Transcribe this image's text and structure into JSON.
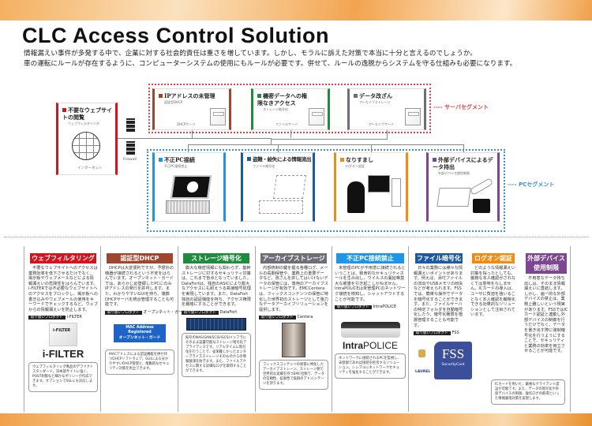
{
  "title": "CLC Access Control Solution",
  "lead": [
    "情報漏えい事件が多発する中で、企業に対する社会的責任は重さを増しています。しかし、モラルに訴えた対策で本当に十分と言えるのでしょうか。",
    "車の運転にルールが存在するように、コンピューターシステムの使用にもルールが必要です。併せて、ルールの逸脱からシステムを守る仕組みも必要になります。"
  ],
  "diagram": {
    "internet": {
      "title": "不要なウェブサイトの閲覧",
      "sub": "ウェブフィルタリング",
      "label": "インターネット"
    },
    "firewall": "Firewall",
    "server_segment": "サーバセグメント",
    "pc_segment": "PCセグメント",
    "servers": [
      {
        "title": "IPアドレスの未管理",
        "sub": "認証型DHCP",
        "label": "DHCPサーバ",
        "color": "#a0462d"
      },
      {
        "title": "機密データへの権限なきアクセス",
        "sub": "ストレージ暗号化",
        "label": "ファイルサーバ",
        "color": "#1e8c3c"
      },
      {
        "title": "データ改ざん",
        "sub": "アーカイブストレージ",
        "label": "アーカイブサーバ",
        "color": "#6e6e78"
      }
    ],
    "pcs": [
      {
        "title": "不正PC接続",
        "sub": "不正PC接続禁止",
        "color": "#1e96e6"
      },
      {
        "title": "盗難・紛失による情報流出",
        "sub": "ファイル暗号化",
        "color": "#1e5aa0"
      },
      {
        "title": "なりすまし",
        "sub": "ログオン認証",
        "color": "#f08c14"
      },
      {
        "title": "外部デバイスによるデータ持出",
        "sub": "外部デバイス使用制限",
        "color": "#7d4691"
      }
    ]
  },
  "product_tag": "取り扱いプロダクト",
  "columns": [
    {
      "header": "ウェブフィルタリング",
      "color": "#d2141e",
      "body": "不要なウェブサイトへのアクセスは業務効率を低下させるだけでなく、掲示板やウェブメールなどによる情報漏えいの危険性をはらんでいます。i-FILTERでは不必要なウェブサイトへのアクセスをブロックし、掲示板への書き込みやウェブメールの使用をキーワードでチェックするなど、ウェブからの情報漏えいを防止します。",
      "product": "i-FILTER",
      "logo": "i-FILTER",
      "caption": "ウェブフィルタリング製品のデファクトスタンダード。日本語サイトに強く、POST制限など細かなポリシーが作成できます。オプションでSSLにも対応します。"
    },
    {
      "header": "認証型DHCP",
      "color": "#a0462d",
      "body": "DHCPは大変便利ですが、予想外の機器が接続されるという不安をはらんでいます。オープンネット・ガードでは、あらかじめ登録したPCにのみIPアドレスの発行を許可します。また、わかりやすいGUIを持ち、複数DHCPサーバを統合管理することも可能です。",
      "product": "オープンネット・ガード",
      "logo": "MAC Address Registered",
      "logo2": "オープンネット・ガード",
      "caption": "MACアドレスによる認証機能を併せ持つDHCPソフトウェア。GUIによる分かりやすいDHCP管理と、能動的なセキュリティ対策を両立できます。"
    },
    {
      "header": "ストレージ暗号化",
      "color": "#1e8c3c",
      "body": "膨大な機密情報にも関わらず、基幹ストレージに対するセキュリティ対策は、これまで盲点となっていました。DataFortは、独自のASICにより膨大なアクセスにも耐えうる高速暗号処理を実現しています。また、DataFort独自の認証機能を持ち、アクセス権限を厳格にすることができます。",
      "product": "DataFort",
      "caption": "既存のNAS/SAN/SCSI/iSCSIインフラにそのまま設置可能なストレージ暗号化アプライアンスです。リアルタイムに暗号化を行うことで、従来難しかったエンタープライズストレージそのものからの情報漏洩を防ぎます。また、ファイルアクセスに関する詳細なログを取得することができます。"
    },
    {
      "header": "アーカイブストレージ",
      "color": "#6e6e78",
      "body": "内部統制の鍵を握る各種ログ、メールの長期保管や、業務上の重要データなど、改ざんを許してはいけないデータの保管には、専用のアーカイブストレージが有効です。EMCCenteraは、フィックスコンテンツの保管に特化した世界初のストレージとして強力なデータアーカイブソリューションを提供します。",
      "product": "Centera",
      "caption": "フィックスコンテンツの保管に特化したアーカイブストレージ。ストレージ側で世界的な実績を持つEMC社製で、データの信頼性、拡張性で抜群のアドバンテージを誇ります。"
    },
    {
      "header": "不正PC接続禁止",
      "color": "#1e96e6",
      "body": "未管理のPCが不用意に接続されるということは、致命的なセキュリティホールを生み出し、ウイルスの蔓延等莫大な被害を引き起こしかねません。IntraPOLICEは未管理PCのネットワーク接続を検知し、シャットアウトすることが可能です。",
      "product": "IntraPOLICE",
      "logo_a": "Intra",
      "logo_b": "POLICE",
      "caption": "ネットワークに接続されるPCを監視し、未登録であれば接続を拒否するソリューション。シンプルにネットワークセキュリティを強化することができます。"
    },
    {
      "header": "ファイル暗号化",
      "color": "#1e5aa0",
      "body": "日々の業務には様々な情報漏えいポイントがあります。例えば、添付ファイルの流出やUSBメモリの紛失などが考えられます。FSSでは、簡単な操作でデータを暗号化することができます。また、ファイルサーバの特定フォルダを自動暗号化したり、暗号化権限を階層管理することも可能です。",
      "product": "FSS",
      "logo": "FSS",
      "logo_sub": "SecurityCard",
      "maker": "LAUREL"
    },
    {
      "header": "ログオン認証",
      "color": "#f08c14",
      "body": "どのような情報漏えい対策を採ったとしても、厳格な本人確認がされなくては意味をなしません。ICカードの導入は、ユーザに負担を強いることなく本人確認を厳格化できる効果的なソリューションとして注目されています。"
    },
    {
      "header": "外部デバイス使用制限",
      "color": "#7d4691",
      "body": "不用意なデータ持ち出しは、そのまま情報漏えいに直結します。しかし、画一的な外部デバイスの禁止は、業務上難しいという現実があります。FSSではICカード認証と連動し外部デバイスの制御を行うだけでなく、データを書き出す際に強制暗号化を行うようにすることで、セキュリティと業務の効率を両立させることが可能です。",
      "caption": "ICカードを用いた、厳格なクライアント認証が可能です。また、データの暗号化や外部デバイスの制御、操作ログの取得といった情報漏洩対策を実現します。"
    }
  ]
}
